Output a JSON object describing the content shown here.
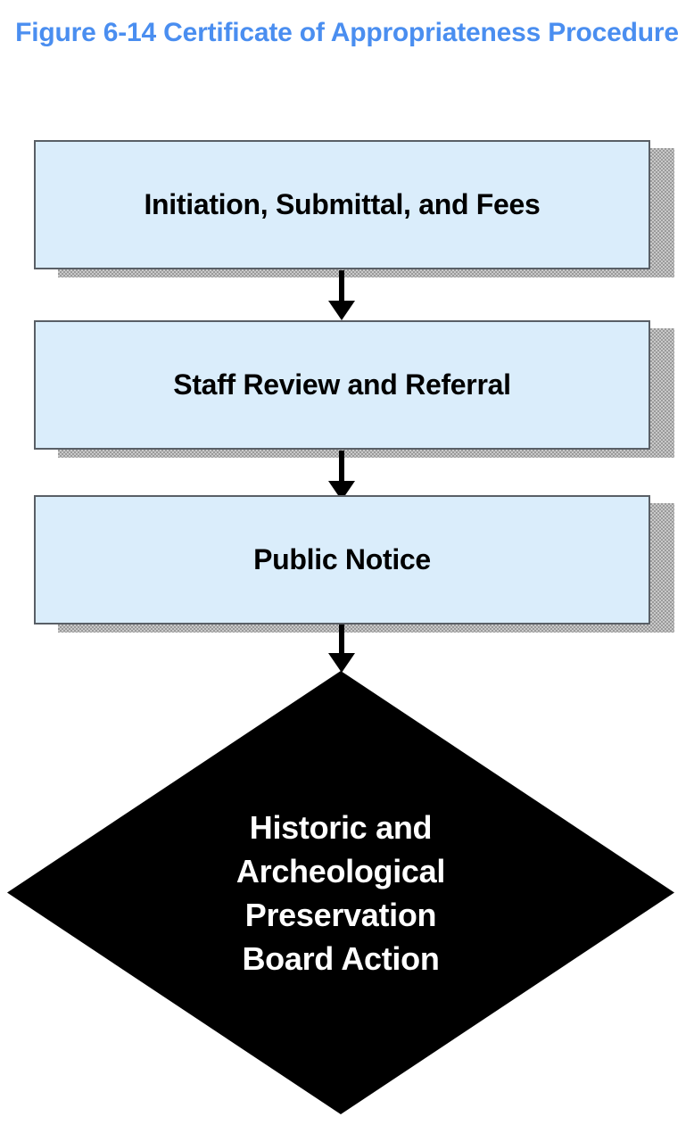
{
  "figure": {
    "title": "Figure 6-14 Certificate of Appropriateness Procedure",
    "title_color": "#4a8ef0",
    "background_color": "#ffffff"
  },
  "colors": {
    "process_fill": "#daedfb",
    "process_border": "#595f66",
    "shadow": "#9a9a9a",
    "decision_fill": "#000000",
    "decision_text": "#ffffff",
    "connector": "#000000",
    "process_text": "#000000"
  },
  "flowchart": {
    "type": "flowchart",
    "orientation": "vertical",
    "nodes": [
      {
        "id": "step-1",
        "shape": "process",
        "label": "Initiation, Submittal, and Fees"
      },
      {
        "id": "step-2",
        "shape": "process",
        "label": "Staff Review and Referral"
      },
      {
        "id": "step-3",
        "shape": "process",
        "label": "Public Notice"
      },
      {
        "id": "step-4",
        "shape": "decision",
        "label_lines": [
          "Historic and",
          "Archeological",
          "Preservation",
          "Board Action"
        ]
      }
    ],
    "connectors": [
      {
        "id": "arrow-1",
        "from": "step-1",
        "to": "step-2",
        "style": "solid-arrow-down"
      },
      {
        "id": "arrow-2",
        "from": "step-2",
        "to": "step-3",
        "style": "solid-arrow-down"
      },
      {
        "id": "arrow-3",
        "from": "step-3",
        "to": "step-4",
        "style": "solid-arrow-down"
      }
    ]
  }
}
